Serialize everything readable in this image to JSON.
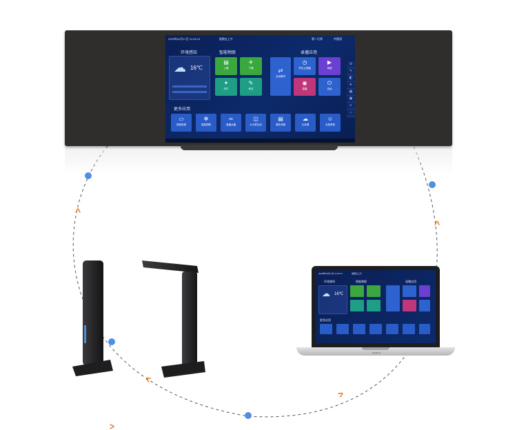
{
  "board": {
    "datetime": "2020年04月17日 11:25:14",
    "weekday": "星期五上午",
    "user": "第一行师",
    "extra": "中国语",
    "sections": {
      "env": "环境感知",
      "iot": "智能物联",
      "record": "录播应用",
      "more": "更多应用"
    },
    "weather": {
      "temp": "16℃"
    },
    "iot_tiles": [
      "上课",
      "下课",
      "开灯",
      "考试"
    ],
    "record_tiles": [
      "互动教学",
      "学生云录播",
      "录制",
      "直播",
      "自动"
    ],
    "apps": [
      "校园电视",
      "智能物联",
      "直播点播",
      "大小屏互动",
      "课件资源",
      "云存储",
      "无感考勤"
    ]
  },
  "laptop": {
    "label": "MacBook",
    "datetime": "2020年04月17日 11:25:14",
    "weekday": "星期五上午",
    "temp": "16℃",
    "sections": {
      "env": "环境感知",
      "iot": "智能物联",
      "record": "录播应用",
      "more": "更多应用"
    }
  },
  "colors": {
    "dot": "#4f8de6",
    "chevron": "#e8741c",
    "screen_bg": "#0c2a6b",
    "tile_green": "#3aa83f",
    "tile_teal": "#1f9e86",
    "tile_purple": "#6b3fd1",
    "app_blue": "#2a5cc8"
  },
  "icons": [
    "cloud-icon",
    "home-icon",
    "gear-icon",
    "run-icon",
    "play-icon",
    "power-icon",
    "document-icon",
    "tv-icon"
  ]
}
